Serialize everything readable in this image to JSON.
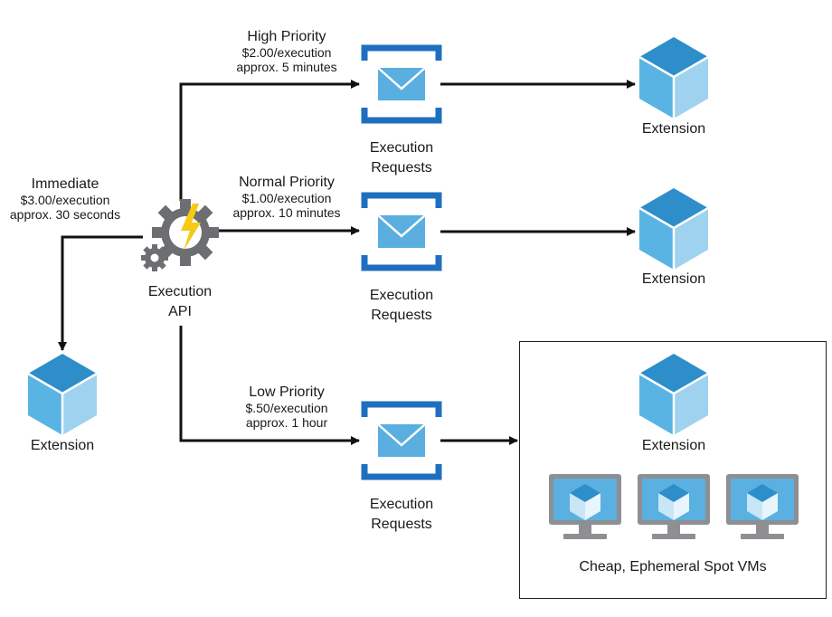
{
  "colors": {
    "queue_blue": "#1f6fc0",
    "envelope_blue": "#5aaee0",
    "cube_top": "#2e8ec9",
    "cube_left": "#59b4e4",
    "cube_right": "#9fd2ef",
    "gear_gray": "#6d6e71",
    "bolt_yellow": "#f6c915",
    "monitor_gray": "#8d8f92",
    "line": "#111111"
  },
  "api": {
    "label_line1": "Execution",
    "label_line2": "API",
    "icon": "gear-bolt-icon"
  },
  "immediate": {
    "title": "Immediate",
    "price": "$3.00/execution",
    "time": "approx. 30 seconds",
    "target": "Extension"
  },
  "high": {
    "title": "High Priority",
    "price": "$2.00/execution",
    "time": "approx. 5 minutes",
    "queue_line1": "Execution",
    "queue_line2": "Requests",
    "target": "Extension"
  },
  "normal": {
    "title": "Normal Priority",
    "price": "$1.00/execution",
    "time": "approx. 10 minutes",
    "queue_line1": "Execution",
    "queue_line2": "Requests",
    "target": "Extension"
  },
  "low": {
    "title": "Low Priority",
    "price": "$.50/execution",
    "time": "approx. 1 hour",
    "queue_line1": "Execution",
    "queue_line2": "Requests",
    "target": "Extension"
  },
  "spot": {
    "caption": "Cheap, Ephemeral Spot VMs",
    "vm_count": 3
  }
}
